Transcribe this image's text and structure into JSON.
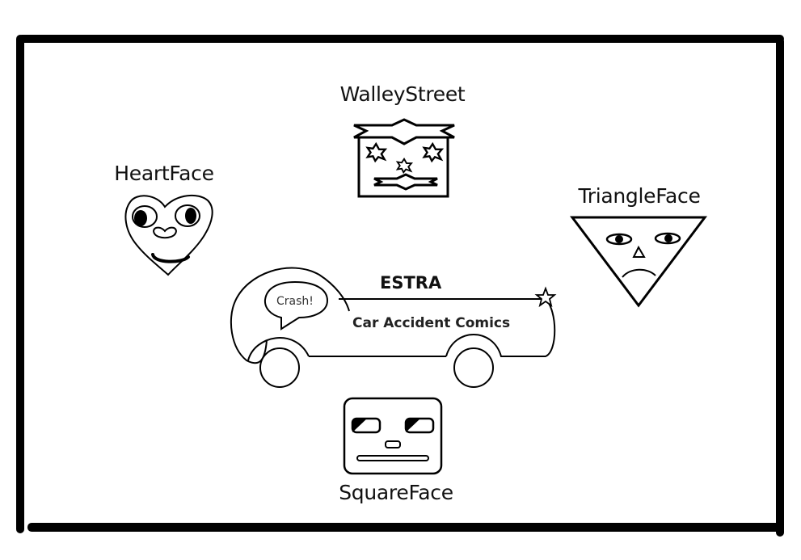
{
  "characters": {
    "walley_street": {
      "label": "WalleyStreet"
    },
    "heart_face": {
      "label": "HeartFace"
    },
    "triangle_face": {
      "label": "TriangleFace"
    },
    "square_face": {
      "label": "SquareFace"
    }
  },
  "logo": {
    "title": "ESTRA",
    "subtitle": "Car Accident Comics",
    "speech_bubble": "Crash!"
  },
  "colors": {
    "ink": "#000000",
    "background": "#ffffff"
  }
}
